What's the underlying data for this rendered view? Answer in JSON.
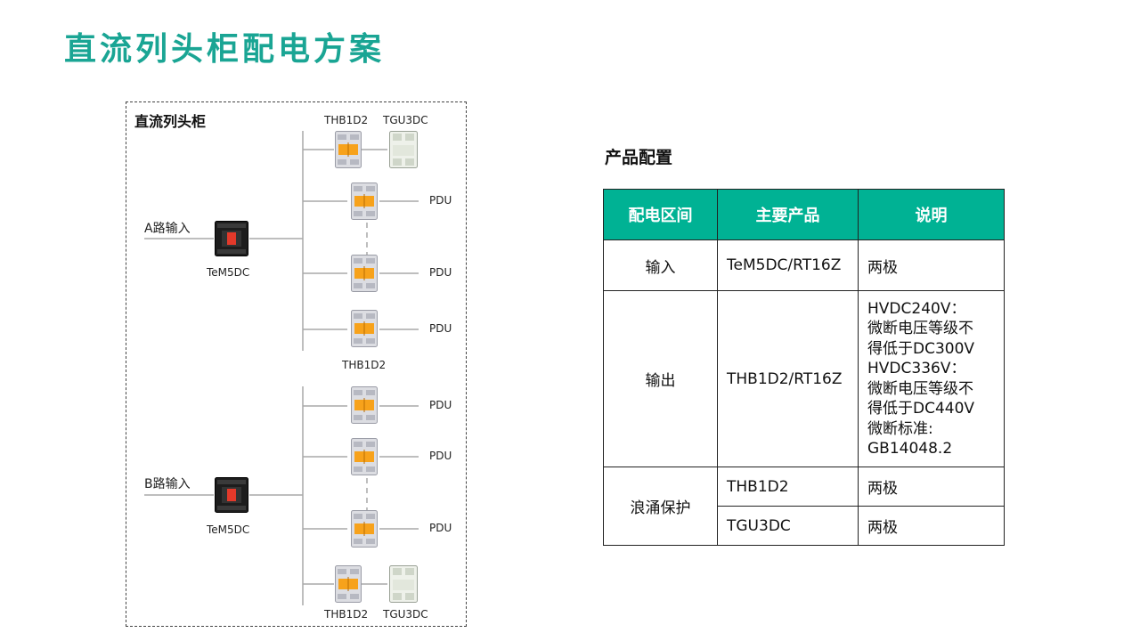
{
  "page": {
    "title": "直流列头柜配电方案"
  },
  "diagram": {
    "cabinet_title": "直流列头柜",
    "input_a": "A路输入",
    "input_b": "B路输入",
    "main_breaker": "TeM5DC",
    "branch_breaker": "THB1D2",
    "surge_protector": "TGU3DC",
    "load": "PDU"
  },
  "config": {
    "title": "产品配置",
    "headers": [
      "配电区间",
      "主要产品",
      "说明"
    ],
    "rows": {
      "input": {
        "zone": "输入",
        "product": "TeM5DC/RT16Z",
        "note": "两极"
      },
      "output": {
        "zone": "输出",
        "product": "THB1D2/RT16Z",
        "note_lines": [
          "HVDC240V：",
          "微断电压等级不",
          "得低于DC300V",
          "HVDC336V：",
          "微断电压等级不",
          "得低于DC440V",
          "微断标准:",
          "GB14048.2"
        ]
      },
      "surge": {
        "zone": "浪涌保护",
        "items": [
          {
            "product": "THB1D2",
            "note": "两极"
          },
          {
            "product": "TGU3DC",
            "note": "两极"
          }
        ]
      }
    }
  },
  "colors": {
    "accent": "#1aa594",
    "header_bg": "#00b294",
    "breaker_handle": "#f7a21b"
  }
}
